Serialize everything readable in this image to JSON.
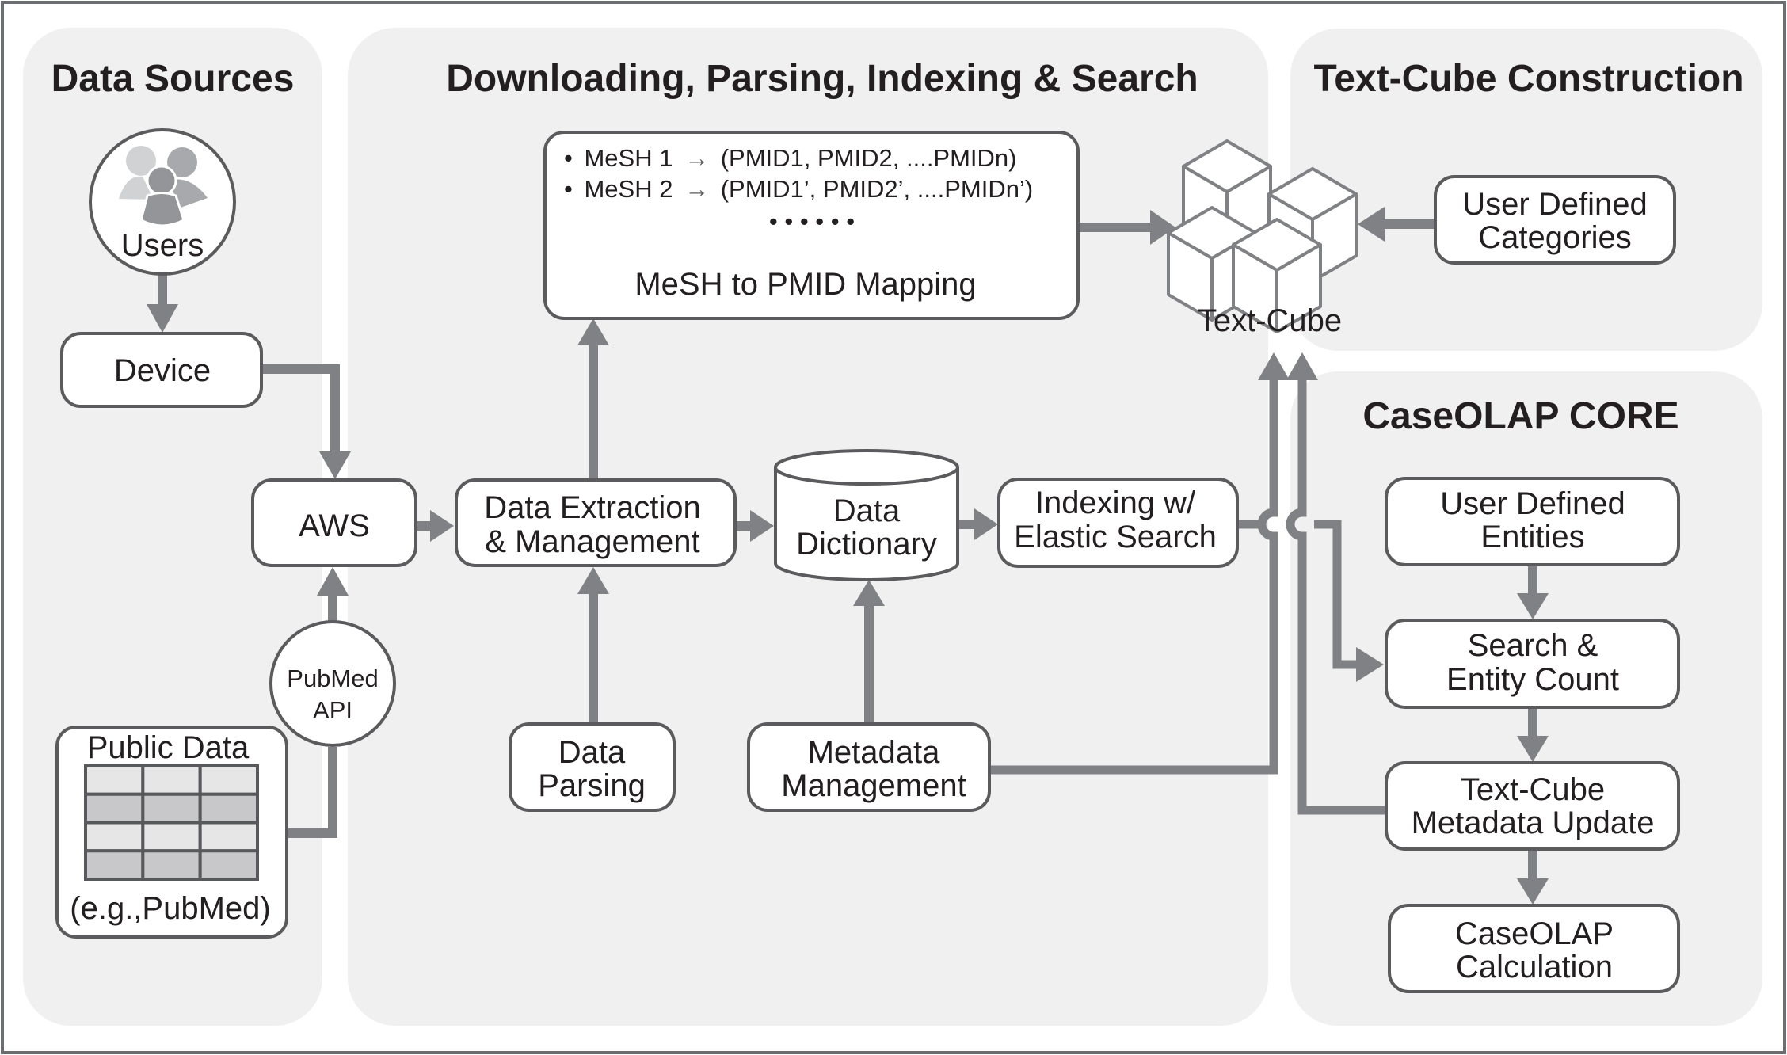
{
  "panels": {
    "data_sources": {
      "title": "Data Sources"
    },
    "downloading": {
      "title": "Downloading, Parsing, Indexing & Search"
    },
    "text_cube_construction": {
      "title": "Text-Cube Construction"
    },
    "caseolap_core": {
      "title": "CaseOLAP CORE"
    }
  },
  "nodes": {
    "users": {
      "label": "Users",
      "icon": "users-group-icon"
    },
    "device": {
      "label": "Device"
    },
    "aws": {
      "label": "AWS"
    },
    "pubmed_api": {
      "lines": [
        "PubMed",
        "API"
      ]
    },
    "public_data": {
      "title": "Public Data",
      "caption": "(e.g.,PubMed)",
      "table": {
        "rows": 4,
        "cols": 3,
        "row_shading": [
          "light",
          "dark",
          "light",
          "dark"
        ]
      }
    },
    "mesh_mapping": {
      "entries": [
        {
          "bullet": "•",
          "term": "MeSH 1",
          "arrow": "→",
          "pmids": "(PMID1, PMID2, ....PMIDn)"
        },
        {
          "bullet": "•",
          "term": "MeSH 2",
          "arrow": "→",
          "pmids": "(PMID1’, PMID2’, ....PMIDn’)"
        }
      ],
      "ellipsis": "• • • • • •",
      "title": "MeSH to PMID Mapping"
    },
    "data_extraction": {
      "lines": [
        "Data Extraction",
        "& Management"
      ]
    },
    "data_dictionary": {
      "lines": [
        "Data",
        "Dictionary"
      ],
      "shape": "cylinder"
    },
    "indexing": {
      "lines": [
        "Indexing w/",
        "Elastic Search"
      ]
    },
    "data_parsing": {
      "lines": [
        "Data",
        "Parsing"
      ]
    },
    "metadata_management": {
      "lines": [
        "Metadata",
        "Management"
      ]
    },
    "text_cube": {
      "label": "Text-Cube",
      "icon": "cubes-icon"
    },
    "user_defined_categories": {
      "lines": [
        "User Defined",
        "Categories"
      ]
    },
    "user_defined_entities": {
      "lines": [
        "User Defined",
        "Entities"
      ]
    },
    "search_entity_count": {
      "lines": [
        "Search &",
        "Entity Count"
      ]
    },
    "text_cube_metadata_update": {
      "lines": [
        "Text-Cube",
        "Metadata Update"
      ]
    },
    "caseolap_calculation": {
      "lines": [
        "CaseOLAP",
        "Calculation"
      ]
    }
  },
  "edges": [
    {
      "from": "users",
      "to": "device"
    },
    {
      "from": "device",
      "to": "aws"
    },
    {
      "from": "public_data",
      "to": "aws",
      "via": "pubmed_api"
    },
    {
      "from": "aws",
      "to": "data_extraction"
    },
    {
      "from": "data_extraction",
      "to": "mesh_mapping"
    },
    {
      "from": "data_parsing",
      "to": "data_extraction"
    },
    {
      "from": "data_extraction",
      "to": "data_dictionary"
    },
    {
      "from": "metadata_management",
      "to": "data_dictionary"
    },
    {
      "from": "data_dictionary",
      "to": "indexing"
    },
    {
      "from": "mesh_mapping",
      "to": "text_cube"
    },
    {
      "from": "user_defined_categories",
      "to": "text_cube"
    },
    {
      "from": "metadata_management",
      "to": "text_cube"
    },
    {
      "from": "text_cube_metadata_update",
      "to": "text_cube"
    },
    {
      "from": "indexing",
      "to": "search_entity_count"
    },
    {
      "from": "user_defined_entities",
      "to": "search_entity_count"
    },
    {
      "from": "search_entity_count",
      "to": "text_cube_metadata_update"
    },
    {
      "from": "text_cube_metadata_update",
      "to": "caseolap_calculation"
    }
  ],
  "colors": {
    "panel_bg": "#f0f0f0",
    "connector": "#808184",
    "box_stroke": "#5b5b5e",
    "text": "#231f20"
  }
}
